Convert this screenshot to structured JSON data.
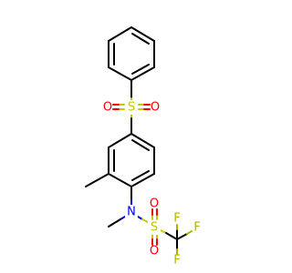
{
  "atoms": {
    "s_top": {
      "label": "S",
      "color": "#c8c800"
    },
    "o_top_left": {
      "label": "O",
      "color": "#ff0000"
    },
    "o_top_right": {
      "label": "O",
      "color": "#ff0000"
    },
    "n": {
      "label": "N",
      "color": "#0000ff"
    },
    "s_bottom": {
      "label": "S",
      "color": "#c8c800"
    },
    "o_bottom_top": {
      "label": "O",
      "color": "#ff0000"
    },
    "o_bottom_bottom": {
      "label": "O",
      "color": "#ff0000"
    },
    "f_left": {
      "label": "F",
      "color": "#b3b300"
    },
    "f_right": {
      "label": "F",
      "color": "#b3b300"
    },
    "f_bottom": {
      "label": "F",
      "color": "#b3b300"
    }
  }
}
